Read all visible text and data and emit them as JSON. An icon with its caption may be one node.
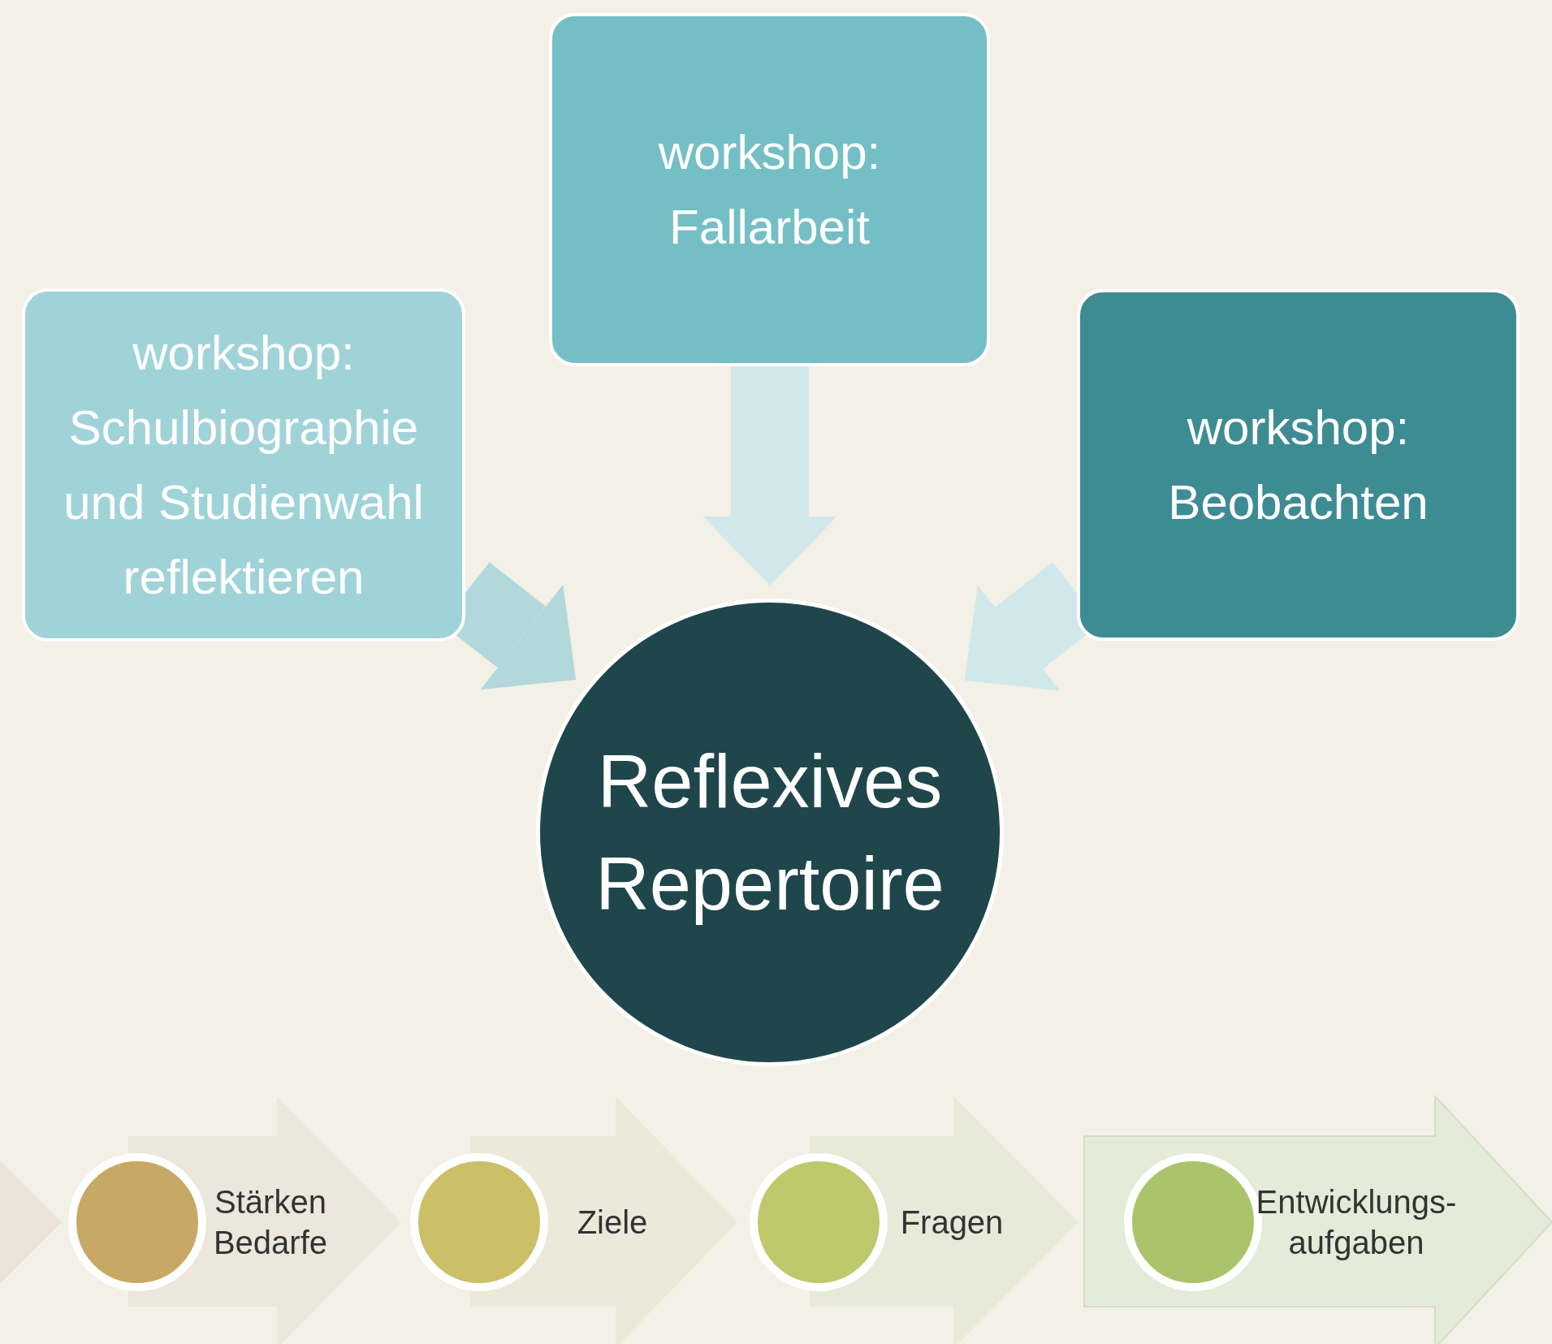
{
  "diagram": {
    "nodes": [
      {
        "text": [
          "workshop: Fallarbeit"
        ]
      },
      {
        "text": [
          "workshop: Schulbiographie und Studienwahl reflektieren"
        ]
      },
      {
        "text": [
          "workshop: Beobachten"
        ]
      },
      {
        "text": [
          "Reflexives Repertoire"
        ]
      },
      {
        "text": [],
        "shape": "arrow"
      },
      {
        "text": [
          "Stärken Bedarfe"
        ]
      },
      {
        "text": [
          "Ziele"
        ]
      },
      {
        "text": [
          "Fragen"
        ]
      },
      {
        "text": [
          "Entwicklungs- aufgaben"
        ]
      }
    ],
    "edges": [
      {
        "from": 1,
        "to": 3,
        "arrow": "to",
        "color": "#b3d8dc"
      },
      {
        "from": 0,
        "to": 3,
        "arrow": "to"
      },
      {
        "from": 2,
        "to": 3,
        "arrow": "to"
      }
    ]
  }
}
